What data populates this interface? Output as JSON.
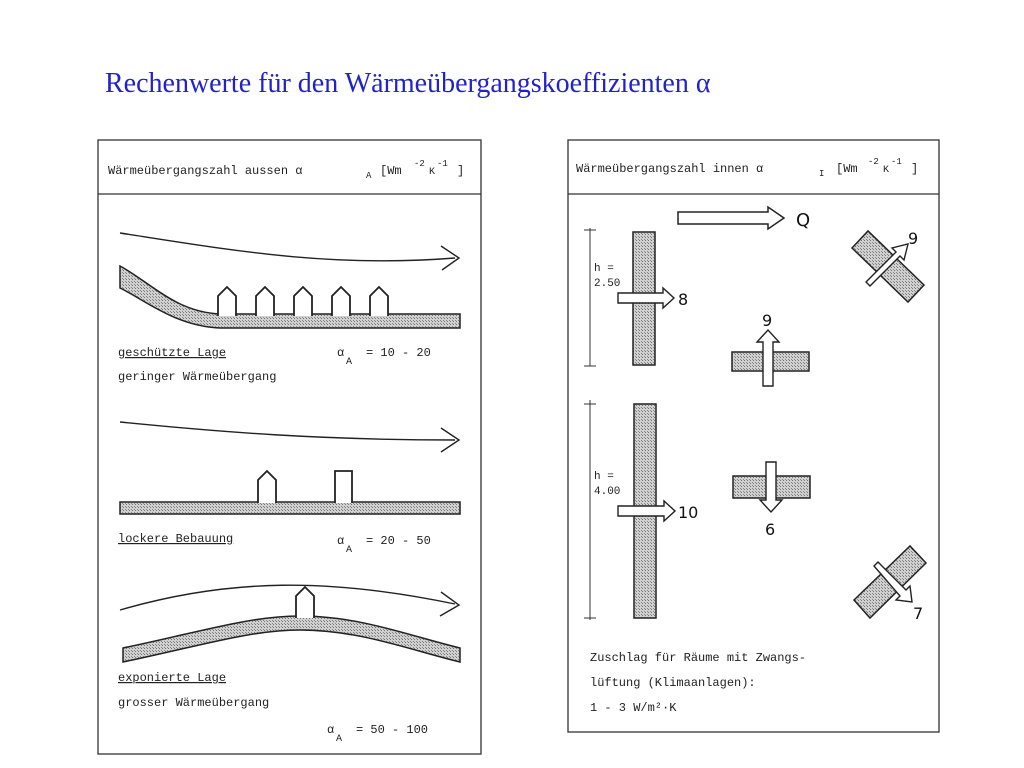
{
  "title": "Rechenwerte für den Wärmeübergangskoeffizienten α",
  "left_panel": {
    "header_main": "Wärmeübergangszahl aussen α",
    "header_sub": "A",
    "header_unit": "[Wm",
    "header_exp1": "-2",
    "header_k": "K",
    "header_exp2": "-1",
    "header_close": "]",
    "cases": [
      {
        "label": "geschützte Lage",
        "desc": "geringer Wärmeübergang",
        "alpha_symbol": "α",
        "alpha_sub": "A",
        "alpha_value": "= 10 - 20"
      },
      {
        "label": "lockere Bebauung",
        "desc": "",
        "alpha_symbol": "α",
        "alpha_sub": "A",
        "alpha_value": "= 20 - 50"
      },
      {
        "label": "exponierte Lage",
        "desc": "grosser Wärmeübergang",
        "alpha_symbol": "α",
        "alpha_sub": "A",
        "alpha_value": "= 50 - 100"
      }
    ]
  },
  "right_panel": {
    "header_main": "Wärmeübergangszahl innen α",
    "header_sub": "I",
    "header_unit": "[Wm",
    "header_exp1": "-2",
    "header_k": "K",
    "header_exp2": "-1",
    "header_close": "]",
    "legend_q": "Q",
    "wall1_h_label": "h =",
    "wall1_h_value": "2.50",
    "wall1_value": "8",
    "wall2_h_label": "h =",
    "wall2_h_value": "4.00",
    "wall2_value": "10",
    "ceiling_up_value": "9",
    "floor_down_value": "6",
    "diag_up_value": "9",
    "diag_down_value": "7",
    "note_line1": "Zuschlag für Räume mit Zwangs-",
    "note_line2": "lüftung (Klimaanlagen):",
    "note_line3": "1 - 3 W/m²·K"
  }
}
